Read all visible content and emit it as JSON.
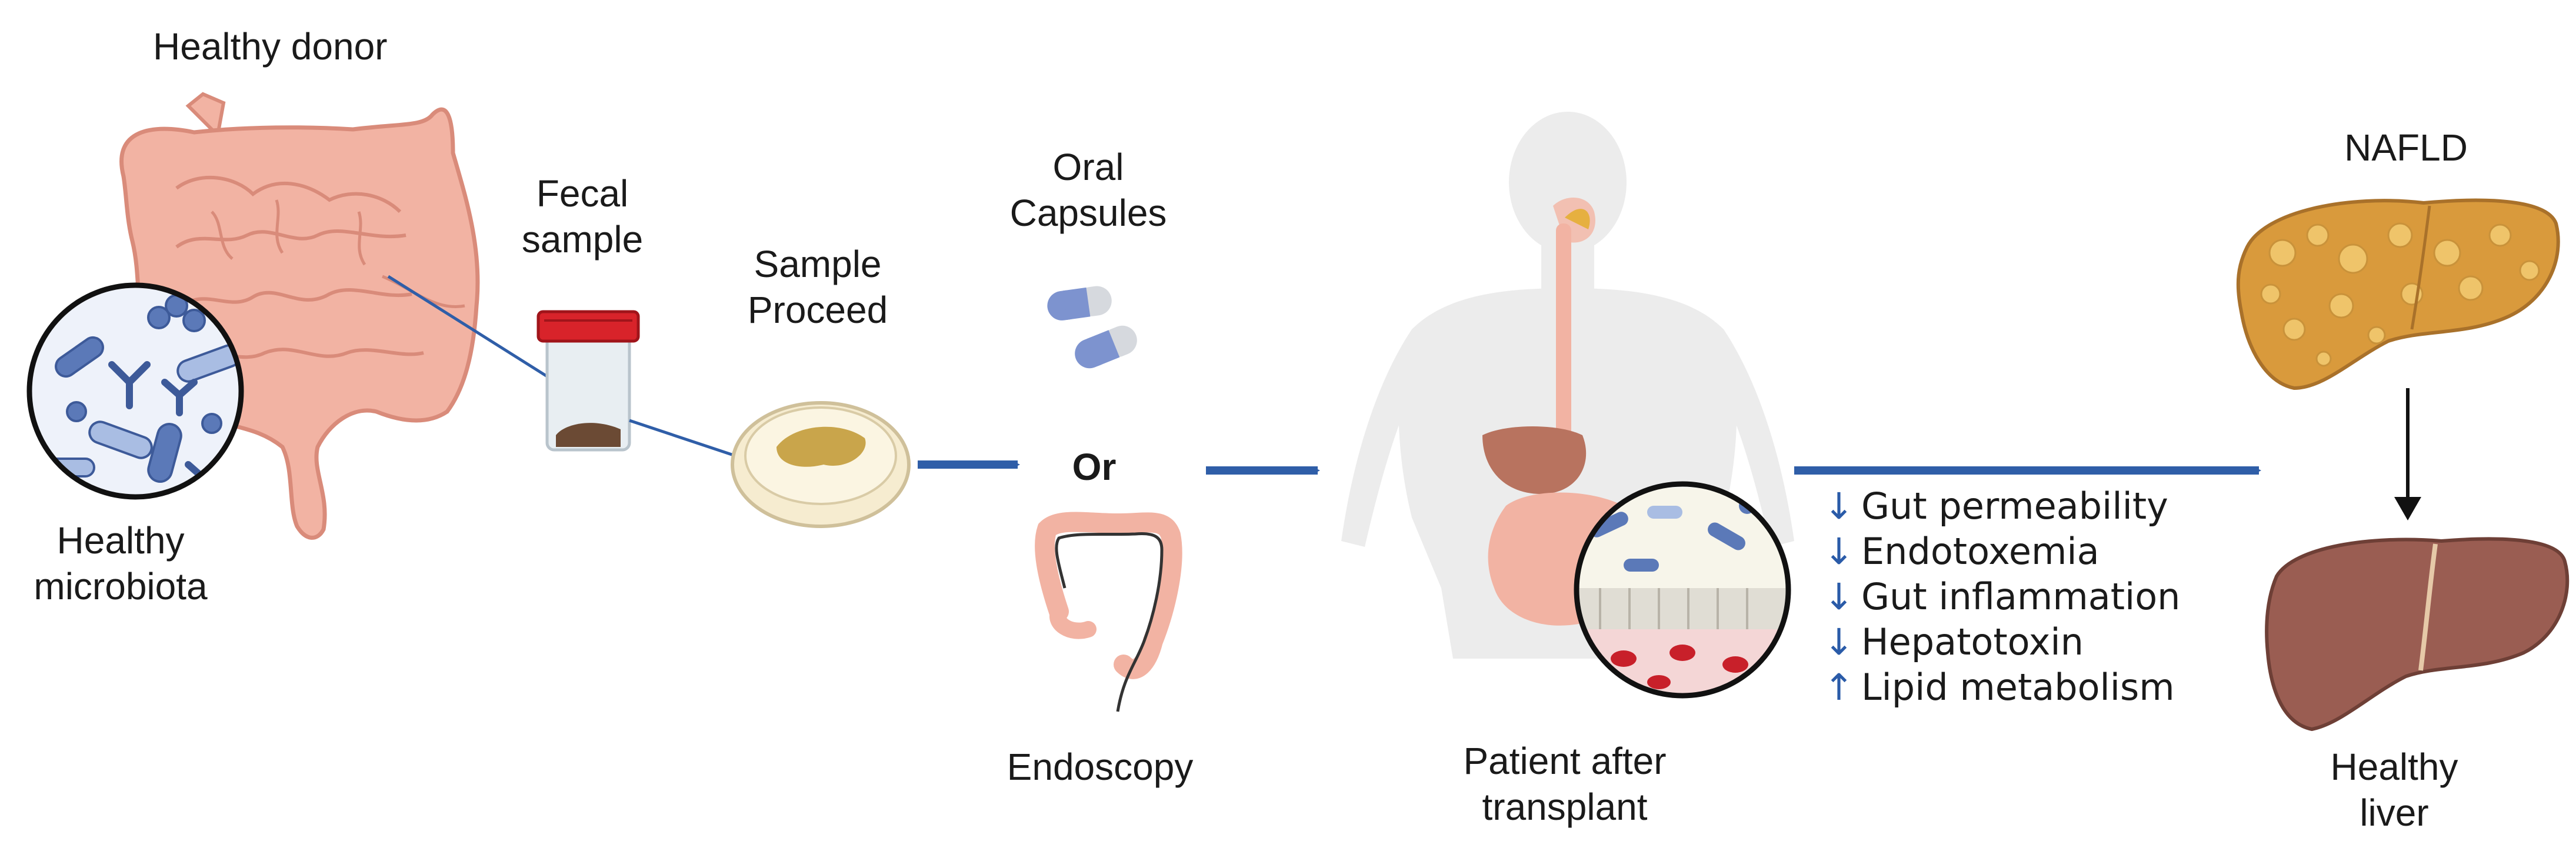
{
  "labels": {
    "healthy_donor": "Healthy donor",
    "healthy_microbiota_1": "Healthy",
    "healthy_microbiota_2": "microbiota",
    "fecal_1": "Fecal",
    "fecal_2": "sample",
    "sample_1": "Sample",
    "sample_2": "Proceed",
    "oral_1": "Oral",
    "oral_2": "Capsules",
    "or": "Or",
    "endoscopy": "Endoscopy",
    "patient_1": "Patient after",
    "patient_2": "transplant",
    "nafld": "NAFLD",
    "healthy_liver_1": "Healthy",
    "healthy_liver_2": "liver"
  },
  "effects": [
    {
      "arrow": "↓",
      "text": "Gut permeability"
    },
    {
      "arrow": "↓",
      "text": "Endotoxemia"
    },
    {
      "arrow": "↓",
      "text": "Gut inflammation"
    },
    {
      "arrow": "↓",
      "text": "Hepatotoxin"
    },
    {
      "arrow": "↑",
      "text": "Lipid metabolism"
    }
  ],
  "colors": {
    "flow_arrow": "#2f5ea8",
    "intestine": "#f2b3a3",
    "intestine_dark": "#d98b7a",
    "microbe": "#5b79b8",
    "jar_lid": "#d8232a",
    "capsule_blue": "#7d93cf",
    "fatty_liver": "#d99a3c",
    "healthy_liver": "#9a5d52"
  }
}
